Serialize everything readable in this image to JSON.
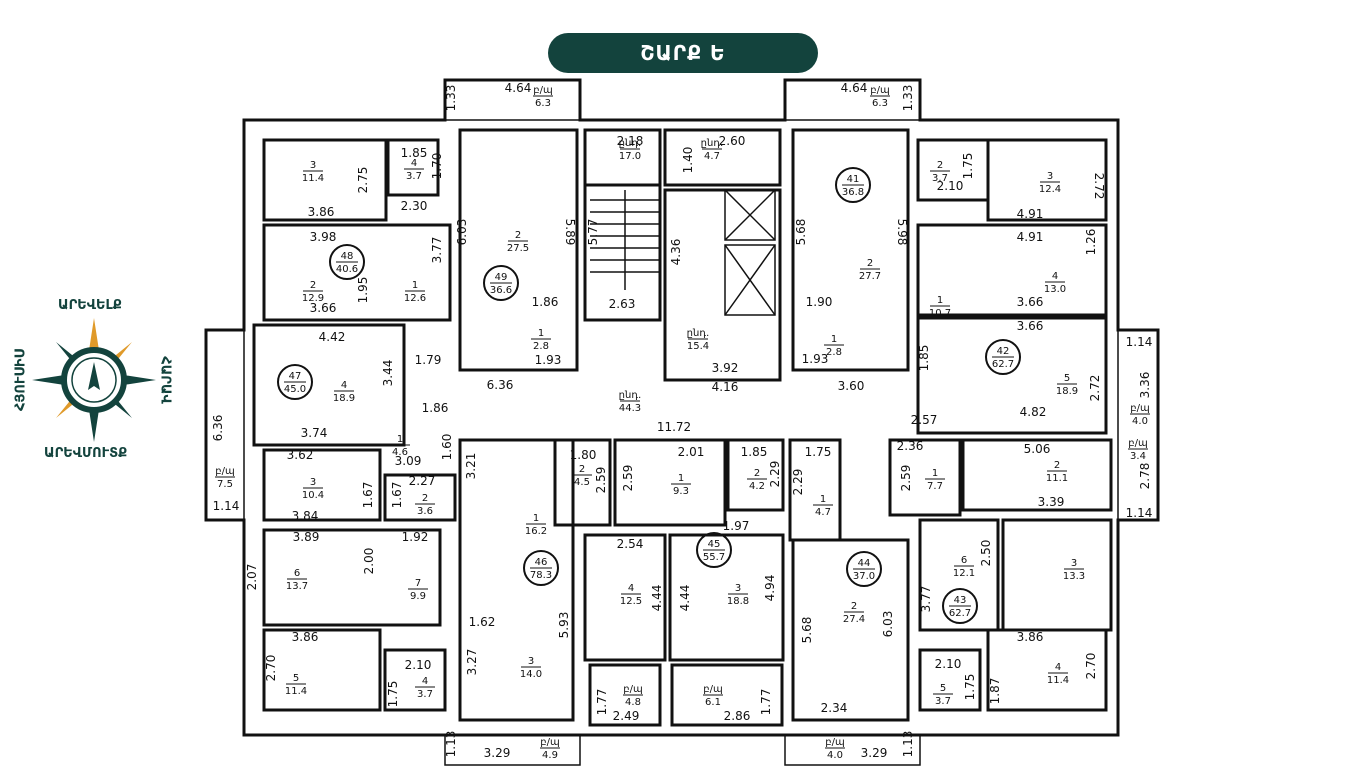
{
  "title": "ՇԱՐՔ Ե",
  "compass": {
    "north": "ԱՐԵՎԵԼՔ",
    "south": "ԱՐԵՎՄՈՒՏՔ",
    "west": "ՀՅՈՒՍԻՍ",
    "east": "ՀԱՐԱՎ",
    "accent": "#e09a2a",
    "dark": "#13433d"
  },
  "apartments": [
    {
      "id": "48",
      "area": "40.6"
    },
    {
      "id": "49",
      "area": "36.6"
    },
    {
      "id": "41",
      "area": "36.8"
    },
    {
      "id": "47",
      "area": "45.0"
    },
    {
      "id": "42",
      "area": "62.7"
    },
    {
      "id": "46",
      "area": "78.3"
    },
    {
      "id": "45",
      "area": "55.7"
    },
    {
      "id": "44",
      "area": "37.0"
    },
    {
      "id": "43",
      "area": "62.7"
    }
  ],
  "rooms": [
    {
      "n": "3",
      "a": "11.4"
    },
    {
      "n": "4",
      "a": "3.7"
    },
    {
      "n": "2",
      "a": "12.9"
    },
    {
      "n": "1",
      "a": "12.6"
    },
    {
      "n": "2",
      "a": "27.5"
    },
    {
      "n": "1",
      "a": "2.8"
    },
    {
      "n": "ընդ․",
      "a": "17.0"
    },
    {
      "n": "ընդ․",
      "a": "4.7"
    },
    {
      "n": "ընդ․",
      "a": "15.4"
    },
    {
      "n": "2",
      "a": "27.7"
    },
    {
      "n": "1",
      "a": "2.8"
    },
    {
      "n": "2",
      "a": "3.7"
    },
    {
      "n": "3",
      "a": "12.4"
    },
    {
      "n": "4",
      "a": "13.0"
    },
    {
      "n": "1",
      "a": "10.7"
    },
    {
      "n": "5",
      "a": "18.9"
    },
    {
      "n": "4",
      "a": "18.9"
    },
    {
      "n": "1",
      "a": "4.6"
    },
    {
      "n": "ընդ․",
      "a": "44.3"
    },
    {
      "n": "3",
      "a": "10.4"
    },
    {
      "n": "2",
      "a": "3.6"
    },
    {
      "n": "6",
      "a": "13.7"
    },
    {
      "n": "7",
      "a": "9.9"
    },
    {
      "n": "5",
      "a": "11.4"
    },
    {
      "n": "4",
      "a": "3.7"
    },
    {
      "n": "1",
      "a": "16.2"
    },
    {
      "n": "3",
      "a": "14.0"
    },
    {
      "n": "2",
      "a": "4.5"
    },
    {
      "n": "1",
      "a": "9.3"
    },
    {
      "n": "2",
      "a": "4.2"
    },
    {
      "n": "1",
      "a": "4.7"
    },
    {
      "n": "4",
      "a": "12.5"
    },
    {
      "n": "3",
      "a": "18.8"
    },
    {
      "n": "2",
      "a": "27.4"
    },
    {
      "n": "1",
      "a": "7.7"
    },
    {
      "n": "2",
      "a": "11.1"
    },
    {
      "n": "6",
      "a": "12.1"
    },
    {
      "n": "3",
      "a": "13.3"
    },
    {
      "n": "4",
      "a": "11.4"
    },
    {
      "n": "5",
      "a": "3.7"
    },
    {
      "n": "բ/պ",
      "a": "6.3"
    },
    {
      "n": "բ/պ",
      "a": "6.3"
    },
    {
      "n": "բ/պ",
      "a": "7.5"
    },
    {
      "n": "բ/պ",
      "a": "4.0"
    },
    {
      "n": "բ/պ",
      "a": "3.4"
    },
    {
      "n": "բ/պ",
      "a": "4.8"
    },
    {
      "n": "բ/պ",
      "a": "6.1"
    },
    {
      "n": "բ/պ",
      "a": "4.9"
    },
    {
      "n": "բ/պ",
      "a": "4.0"
    }
  ],
  "dims": [
    "4.64",
    "1.33",
    "4.64",
    "1.33",
    "1.85",
    "1.70",
    "2.75",
    "3.86",
    "2.30",
    "3.98",
    "3.77",
    "3.66",
    "1.95",
    "6.03",
    "5.89",
    "1.86",
    "1.93",
    "2.18",
    "2.60",
    "1.40",
    "5.77",
    "4.36",
    "2.63",
    "3.92",
    "4.16",
    "5.68",
    "5.98",
    "1.90",
    "1.93",
    "1.75",
    "2.10",
    "2.72",
    "4.91",
    "4.91",
    "1.26",
    "3.66",
    "3.66",
    "1.85",
    "2.72",
    "3.60",
    "1.14",
    "3.36",
    "4.82",
    "2.57",
    "4.42",
    "3.44",
    "1.79",
    "6.36",
    "1.86",
    "1.60",
    "3.21",
    "6.36",
    "3.74",
    "3.62",
    "3.09",
    "2.27",
    "1.67",
    "1.67",
    "3.84",
    "11.72",
    "1.80",
    "2.59",
    "2.59",
    "2.01",
    "1.85",
    "2.29",
    "1.75",
    "2.29",
    "2.36",
    "5.06",
    "2.59",
    "3.39",
    "2.78",
    "1.14",
    "1.14",
    "3.89",
    "1.92",
    "2.00",
    "2.07",
    "1.97",
    "2.54",
    "4.44",
    "4.44",
    "4.94",
    "2.50",
    "1.62",
    "5.93",
    "3.86",
    "2.70",
    "2.10",
    "1.75",
    "3.27",
    "5.68",
    "6.03",
    "3.77",
    "3.86",
    "2.10",
    "1.75",
    "1.87",
    "2.70",
    "1.77",
    "2.49",
    "2.86",
    "1.77",
    "2.34",
    "1.13",
    "3.29",
    "1.13",
    "3.29"
  ]
}
